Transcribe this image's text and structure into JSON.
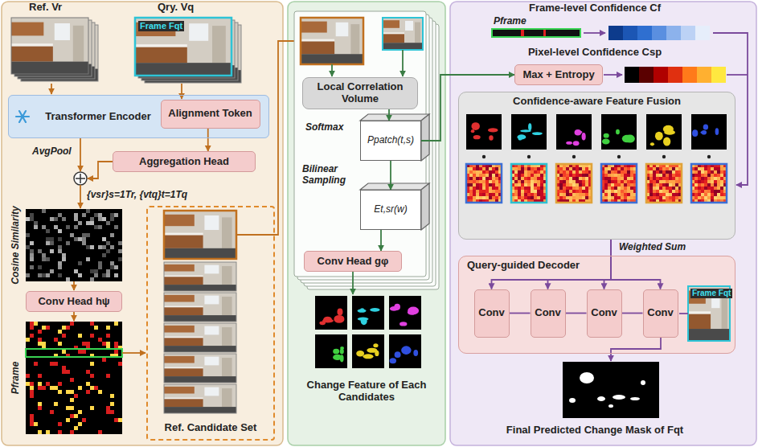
{
  "diagram": {
    "nodes": [
      {
        "text": [
          "Transformer Encoder"
        ]
      },
      {
        "text": [
          "Alignment Token"
        ],
        "in": 0
      },
      {
        "text": [
          "Aggregation Head"
        ]
      },
      {
        "text": [
          "Conv Head hψ"
        ]
      },
      {
        "text": [
          "Ref. Candidate Set"
        ]
      },
      {
        "text": [
          "Local Correlation Volume"
        ]
      },
      {
        "text": [
          "Ppatch(t,s)"
        ]
      },
      {
        "text": [
          "Et,sr(w)"
        ]
      },
      {
        "text": [
          "Conv Head gφ"
        ]
      },
      {
        "text": [
          "Max + Entropy"
        ]
      },
      {
        "text": [
          "Confidence-aware Feature Fusion"
        ]
      },
      {
        "text": [
          "Query-guided Decoder"
        ]
      },
      {
        "text": [
          "Conv"
        ],
        "in": 11
      },
      {
        "text": [
          "Conv"
        ],
        "in": 11
      },
      {
        "text": [
          "Conv"
        ],
        "in": 11
      },
      {
        "text": [
          "Conv"
        ],
        "in": 11
      }
    ],
    "edges": [
      {
        "from": 1,
        "to": 2,
        "arrow": "to"
      },
      {
        "from": 5,
        "to": 6,
        "arrow": "to"
      },
      {
        "from": 6,
        "to": 7,
        "arrow": "to"
      },
      {
        "from": 7,
        "to": 8,
        "arrow": "to"
      },
      {
        "from": 6,
        "to": 9,
        "arrow": "to"
      },
      {
        "from": 10,
        "to": 12,
        "arrow": "to",
        "label": "Weighted Sum"
      },
      {
        "from": 10,
        "to": 13,
        "arrow": "to"
      },
      {
        "from": 10,
        "to": 14,
        "arrow": "to"
      },
      {
        "from": 10,
        "to": 15,
        "arrow": "to"
      },
      {
        "from": 12,
        "to": 13,
        "arrow": "none"
      },
      {
        "from": 13,
        "to": 14,
        "arrow": "none"
      },
      {
        "from": 14,
        "to": 15,
        "arrow": "none"
      }
    ],
    "labels": [
      "Ref. Vr",
      "Qry. Vq",
      "Frame Fqt",
      "AvgPool",
      "{vsr}s=1Tr, {vtq}t=1Tq",
      "Cosine Similarity",
      "Pframe",
      "Softmax",
      "Bilinear Sampling",
      "Change Feature of Each Candidates",
      "Frame-level Confidence Cf",
      "Pframe",
      "Pixel-level Confidence Csp",
      "Frame Fqt",
      "Final Predicted Change Mask of Fqt"
    ]
  }
}
